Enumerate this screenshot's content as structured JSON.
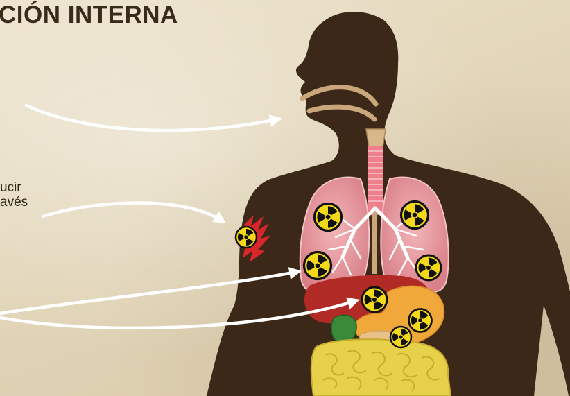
{
  "title": "CIÓN INTERNA",
  "labels": {
    "line1": "ucir",
    "line2": "avés"
  },
  "colors": {
    "background": "#e4d8bd",
    "silhouette": "#3b2818",
    "lungs": "#dd8f96",
    "liver": "#b22a25",
    "stomach": "#f0a83a",
    "gallbladder": "#3a8a3a",
    "intestines": "#e8d14a",
    "wound": "#d8262b",
    "arrow": "#ffffff",
    "radiation_yellow": "#f4d81a",
    "radiation_black": "#111111"
  },
  "icons": [
    "radiation-icon",
    "arrow-icon"
  ]
}
